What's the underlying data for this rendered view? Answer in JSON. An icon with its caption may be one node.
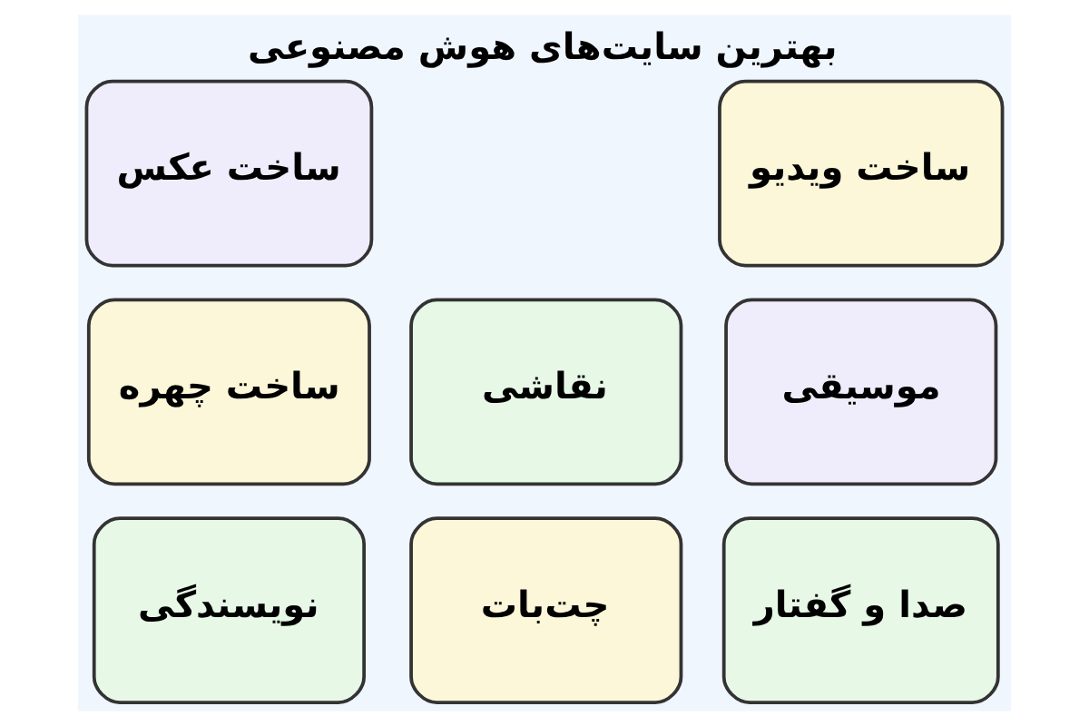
{
  "diagram": {
    "title": "بهترین سایت‌های هوش مصنوعی",
    "nodes": [
      {
        "text": [
          "ساخت ویدیو"
        ]
      },
      {
        "text": [
          "ساخت عکس"
        ]
      },
      {
        "text": [
          "موسیقی"
        ]
      },
      {
        "text": [
          "نقاشی"
        ]
      },
      {
        "text": [
          "ساخت چهره"
        ]
      },
      {
        "text": [
          "صدا و گفتار"
        ]
      },
      {
        "text": [
          "چت‌بات"
        ]
      },
      {
        "text": [
          "نویسندگی"
        ]
      }
    ]
  }
}
